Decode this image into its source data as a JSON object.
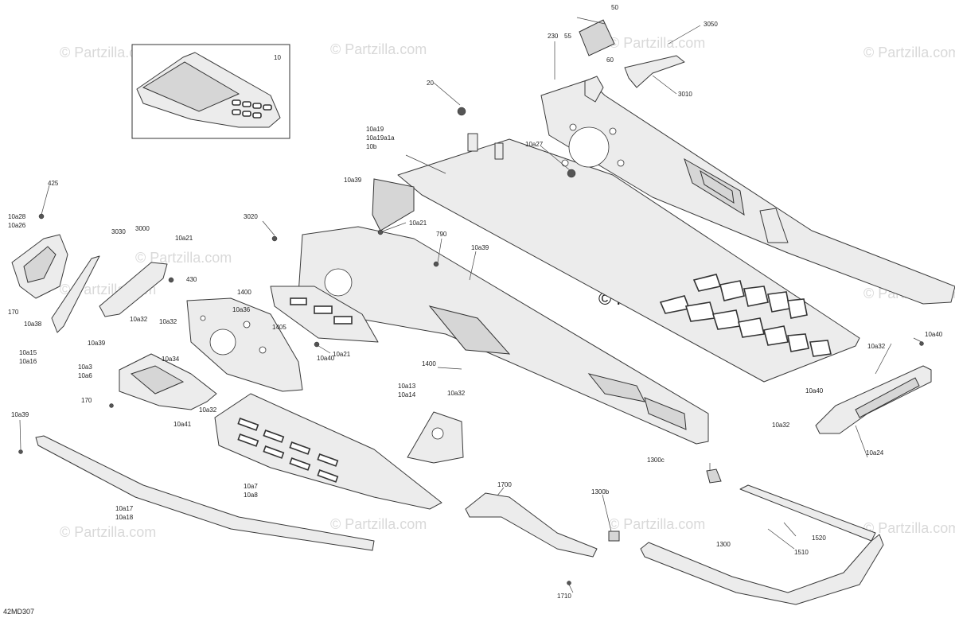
{
  "watermark": {
    "text": "© Partzilla.com",
    "center_text": "© Partzilla.com"
  },
  "diagram_code": "42MD307",
  "labels": {
    "l10": "10",
    "l20": "20",
    "l50": "50",
    "l55": "55",
    "l60": "60",
    "l230": "230",
    "l3050": "3050",
    "l3010": "3010",
    "l10a19": "10a19",
    "l10a19a1a": "10a19a1a",
    "l10b": "10b",
    "l10a27": "10a27",
    "l425": "425",
    "l10a28": "10a28",
    "l10a26": "10a26",
    "l3030": "3030",
    "l3000": "3000",
    "l10a21a": "10a21",
    "l430": "430",
    "l170a": "170",
    "l10a38": "10a38",
    "l10a15": "10a15",
    "l10a16": "10a16",
    "l3020": "3020",
    "l10a39a": "10a39",
    "l10a21b": "10a21",
    "l790": "790",
    "l10a39b": "10a39",
    "l1400a": "1400",
    "l10a36": "10a36",
    "l10a32a": "10a32",
    "l10a32b": "10a32",
    "l1405": "1405",
    "l10a21c": "10a21",
    "l10a39c": "10a39",
    "l10a3": "10a3",
    "l10a6": "10a6",
    "l10a34": "10a34",
    "l10a40a": "10a40",
    "l170b": "170",
    "l1400b": "1400",
    "l10a13": "10a13",
    "l10a14": "10a14",
    "l10a32c": "10a32",
    "l10a32d": "10a32",
    "l10a41": "10a41",
    "l10a39d": "10a39",
    "l10a7": "10a7",
    "l10a8": "10a8",
    "l10a17": "10a17",
    "l10a18": "10a18",
    "l1700": "1700",
    "l1710": "1710",
    "l1300b": "1300b",
    "l1300c": "1300c",
    "l1300": "1300",
    "l1510": "1510",
    "l1520": "1520",
    "l10a40b": "10a40",
    "l10a32e": "10a32",
    "l10a40c": "10a40",
    "l10a32f": "10a32",
    "l10a24": "10a24"
  }
}
